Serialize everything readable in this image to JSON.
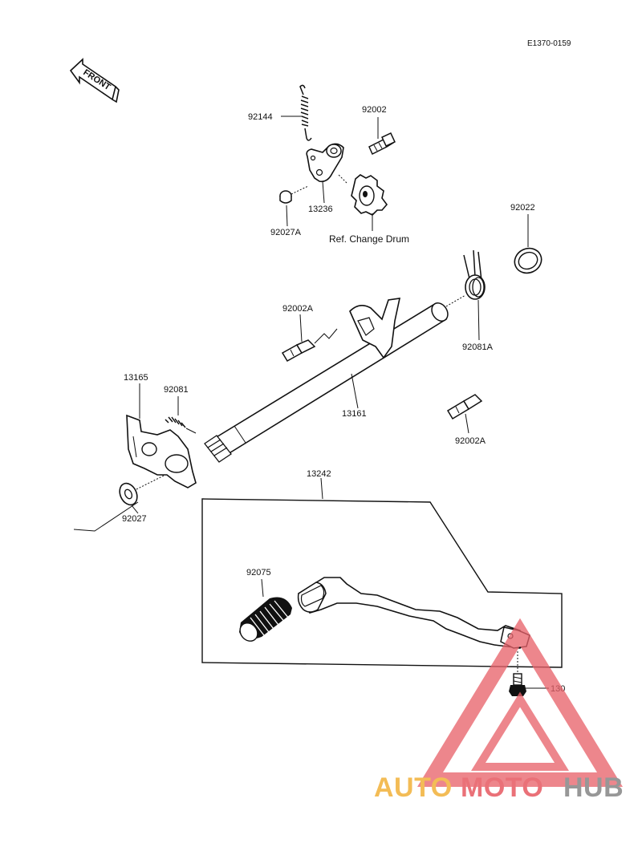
{
  "diagram_code": "E1370-0159",
  "front_marker": "FRONT",
  "callouts": {
    "p92144": "92144",
    "p92002": "92002",
    "p13236": "13236",
    "p92027A": "92027A",
    "ref_change_drum": "Ref. Change Drum",
    "p92022": "92022",
    "p92002A_top": "92002A",
    "p92081A": "92081A",
    "p13165": "13165",
    "p92081": "92081",
    "p13161": "13161",
    "p92002A_right": "92002A",
    "p92027": "92027",
    "p13242": "13242",
    "p92075": "92075",
    "p130": "130"
  },
  "watermark": {
    "part1": "AUTO",
    "part2": "MOTO",
    "part3": "HUB",
    "colors": {
      "orange": "#f2b544",
      "red": "#e8626a",
      "grey": "#8c8c8c"
    }
  }
}
